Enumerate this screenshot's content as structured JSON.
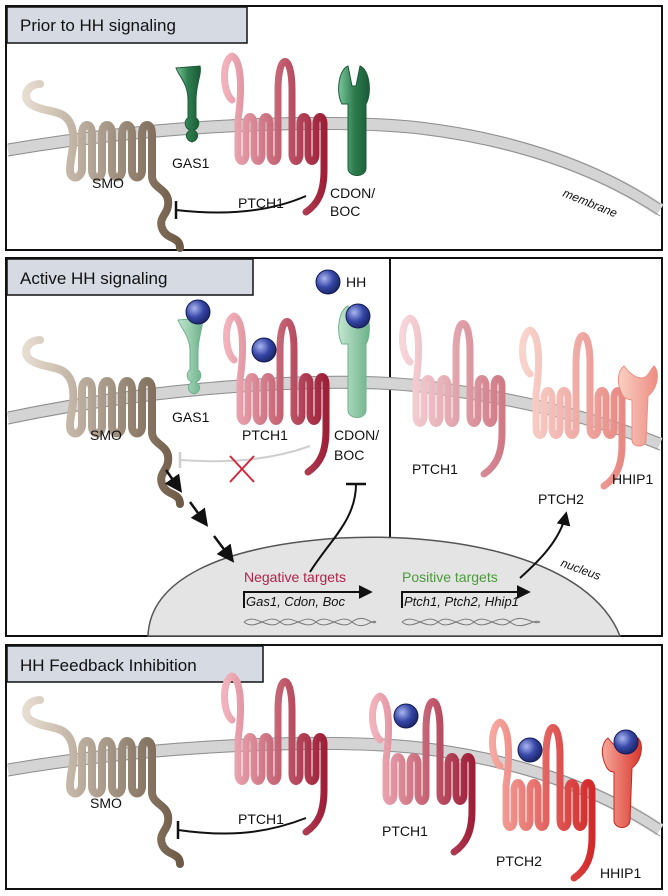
{
  "panels": [
    {
      "title": "Prior to HH signaling",
      "labels": {
        "smo": "SMO",
        "gas1": "GAS1",
        "ptch1": "PTCH1",
        "cdon": "CDON/",
        "boc": "BOC",
        "membrane": "membrane"
      }
    },
    {
      "title": "Active HH signaling",
      "labels": {
        "hh": "HH",
        "smo": "SMO",
        "gas1": "GAS1",
        "ptch1": "PTCH1",
        "cdon": "CDON/",
        "boc": "BOC",
        "ptch1_right": "PTCH1",
        "ptch2": "PTCH2",
        "hhip1": "HHIP1",
        "nucleus": "nucleus"
      },
      "negative_targets": {
        "label": "Negative targets",
        "genes": "Gas1, Cdon, Boc"
      },
      "positive_targets": {
        "label": "Positive targets",
        "genes": "Ptch1, Ptch2, Hhip1"
      }
    },
    {
      "title": "HH Feedback Inhibition",
      "labels": {
        "smo": "SMO",
        "ptch1": "PTCH1",
        "ptch1_bound": "PTCH1",
        "ptch2": "PTCH2",
        "hhip1": "HHIP1"
      }
    }
  ],
  "colors": {
    "smo": "#9a8470",
    "gas1": "#2e7d4f",
    "ptch1": "#b8324a",
    "ptch2": "#d63a3a",
    "hh": "#2d3a8c",
    "negative": "#b0234a",
    "positive": "#4a9a3a",
    "membrane": "#d4d4d4",
    "nucleus": "#e4e4e4"
  }
}
